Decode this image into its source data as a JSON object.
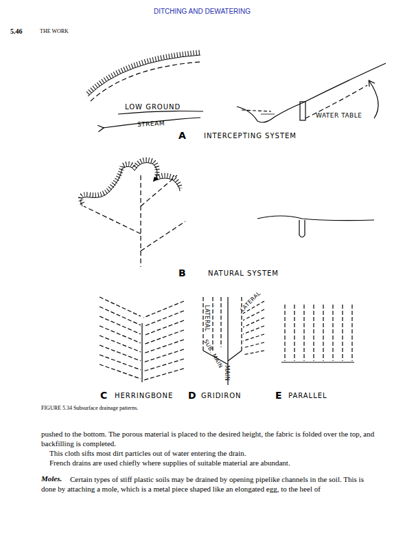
{
  "diagram": {
    "title": "DITCHING AND DEWATERING",
    "caption": "FIGURE 5.34 Subsurface drainage patterns.",
    "labels": [
      "5.46",
      "THE WORK",
      "LOW GROUND",
      "STREAM",
      "WATER TABLE",
      "A",
      "INTERCEPTING SYSTEM",
      "B",
      "NATURAL SYSTEM",
      "C",
      "HERRINGBONE",
      "D",
      "GRIDIRON",
      "E",
      "PARALLEL",
      "LATERAL",
      "LATERAL",
      "SUB. MAIN",
      "MAIN",
      "pushed to the bottom. The porous material is placed to the desired height, the fabric is folded over the top, and backfilling is completed.",
      "This cloth sifts most dirt particles out of water entering the drain.",
      "French drains are used chiefly where supplies of suitable material are abundant.",
      "Moles.",
      "Certain types of stiff plastic soils may be drained by opening pipelike channels in the soil. This is done by attaching a mole, which is a metal piece shaped like an elongated egg, to the heel of"
    ]
  }
}
